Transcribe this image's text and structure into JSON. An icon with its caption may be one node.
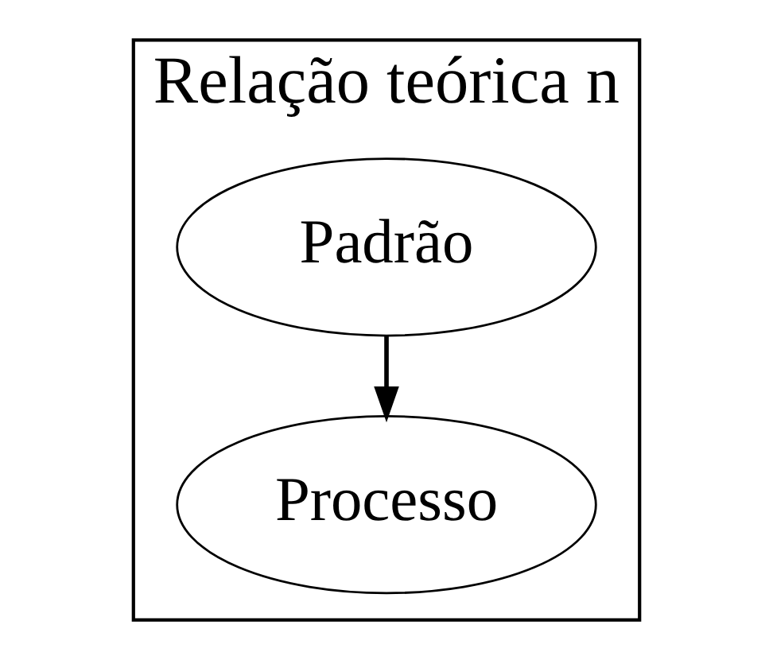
{
  "diagram": {
    "nodes": [
      {
        "text": [
          "Relação teórica n"
        ]
      },
      {
        "text": [
          "Padrão"
        ],
        "in": 0
      },
      {
        "text": [
          "Processo"
        ],
        "in": 0
      }
    ],
    "edges": [
      {
        "from": 1,
        "to": 2,
        "arrow": "to"
      }
    ]
  }
}
